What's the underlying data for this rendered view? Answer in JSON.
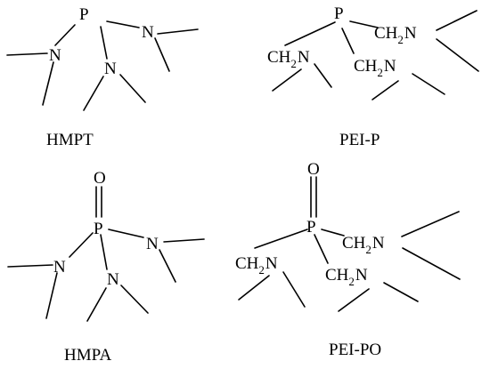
{
  "molecules": {
    "hmpt": {
      "caption": "HMPT",
      "atoms": {
        "p": "P",
        "n1": "N",
        "n2": "N",
        "n3": "N"
      }
    },
    "pei_p": {
      "caption": "PEI-P",
      "atoms": {
        "p": "P",
        "g1": {
          "ch": "CH",
          "sub": "2",
          "n": "N"
        },
        "g2": {
          "ch": "CH",
          "sub": "2",
          "n": "N"
        },
        "g3": {
          "ch": "CH",
          "sub": "2",
          "n": "N"
        }
      }
    },
    "hmpa": {
      "caption": "HMPA",
      "atoms": {
        "o": "O",
        "p": "P",
        "n1": "N",
        "n2": "N",
        "n3": "N"
      }
    },
    "pei_po": {
      "caption": "PEI-PO",
      "atoms": {
        "o": "O",
        "p": "P",
        "g1": {
          "ch": "CH",
          "sub": "2",
          "n": "N"
        },
        "g2": {
          "ch": "CH",
          "sub": "2",
          "n": "N"
        },
        "g3": {
          "ch": "CH",
          "sub": "2",
          "n": "N"
        }
      }
    },
    "colors": {
      "ink": "#000000",
      "background": "#ffffff"
    }
  }
}
